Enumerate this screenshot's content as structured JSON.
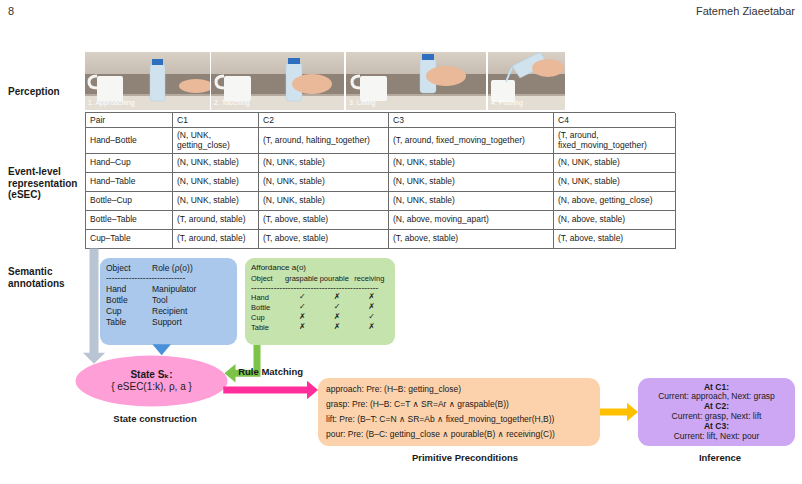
{
  "diagram": {
    "nodes": [
      {
        "text": [
          "Pair",
          "C1",
          "C2",
          "C3",
          "C4",
          "Hand–Bottle",
          "(N, UNK, getting_close)",
          "(T, around, halting_together)",
          "(T, around, fixed_moving_together)",
          "(T, around, fixed_moving_together)",
          "Hand–Cup",
          "(N, UNK, stable)",
          "(N, UNK, stable)",
          "(N, UNK, stable)",
          "(N, UNK, stable)",
          "Hand–Table",
          "(N, UNK, stable)",
          "(N, UNK, stable)",
          "(N, UNK, stable)",
          "(N, UNK, stable)",
          "Bottle–Cup",
          "(N, UNK, stable)",
          "(N, UNK, stable)",
          "(N, UNK, stable)",
          "(N, above, getting_close)",
          "Bottle–Table",
          "(T, around, stable)",
          "(T, above, stable)",
          "(N, above, moving_apart)",
          "(N, above, stable)",
          "Cup–Table",
          "(T, around, stable)",
          "(T, above, stable)",
          "(T, above, stable)",
          "(T, above, stable)"
        ]
      },
      {
        "text": [
          "Object",
          "Role (ρ(o))",
          "----------------------------",
          "Hand",
          "Manipulator",
          "Bottle",
          "Tool",
          "Cup",
          "Recipient",
          "Table",
          "Support"
        ]
      },
      {
        "text": [
          "Affordance a(o)",
          "Object",
          "graspable",
          "pourable",
          "receiving",
          "---------------------------------------------",
          "Hand",
          "✓",
          "✗",
          "✗",
          "Bottle",
          "✓",
          "✓",
          "✗",
          "Cup",
          "✗",
          "✗",
          "✓",
          "Table",
          "✗",
          "✗",
          "✗"
        ]
      },
      {
        "text": [
          "State Sₖ:",
          "{ eSEC(1:k), ρ, a }"
        ]
      },
      {
        "text": [
          "approach: Pre: (H–B: getting_close)",
          "grasp: Pre: (H–B: C=T ∧ SR=Ar ∧ graspable(B))",
          "lift: Pre: (B–T: C=N ∧ SR=Ab ∧ fixed_moving_together(H,B))",
          "pour: Pre: (B–C: getting_close ∧ pourable(B) ∧ receiving(C))"
        ]
      },
      {
        "text": [
          "At C1:",
          "Current: approach, Next: grasp",
          "At C2:",
          "Current: grasp, Next: lift",
          "At C3:",
          "Current: lift, Next: pour"
        ]
      }
    ],
    "edges": [
      {
        "from": 0,
        "to": 3,
        "arrow": "to"
      },
      {
        "from": 1,
        "to": 3,
        "arrow": "to"
      },
      {
        "from": 2,
        "to": 3,
        "arrow": "to"
      },
      {
        "from": 3,
        "to": 4,
        "arrow": "to",
        "label": "Rule Matching"
      },
      {
        "from": 4,
        "to": 5,
        "arrow": "to"
      }
    ],
    "labels": [
      "8",
      "Fatemeh Ziaeetabar",
      "Perception",
      "1. Approaching",
      "2. Touching",
      "3. Lifting",
      "4. Pouring",
      "Event-level representation (eSEC)",
      "Semantic annotations",
      "State construction",
      "Primitive Preconditions",
      "Inference"
    ]
  }
}
